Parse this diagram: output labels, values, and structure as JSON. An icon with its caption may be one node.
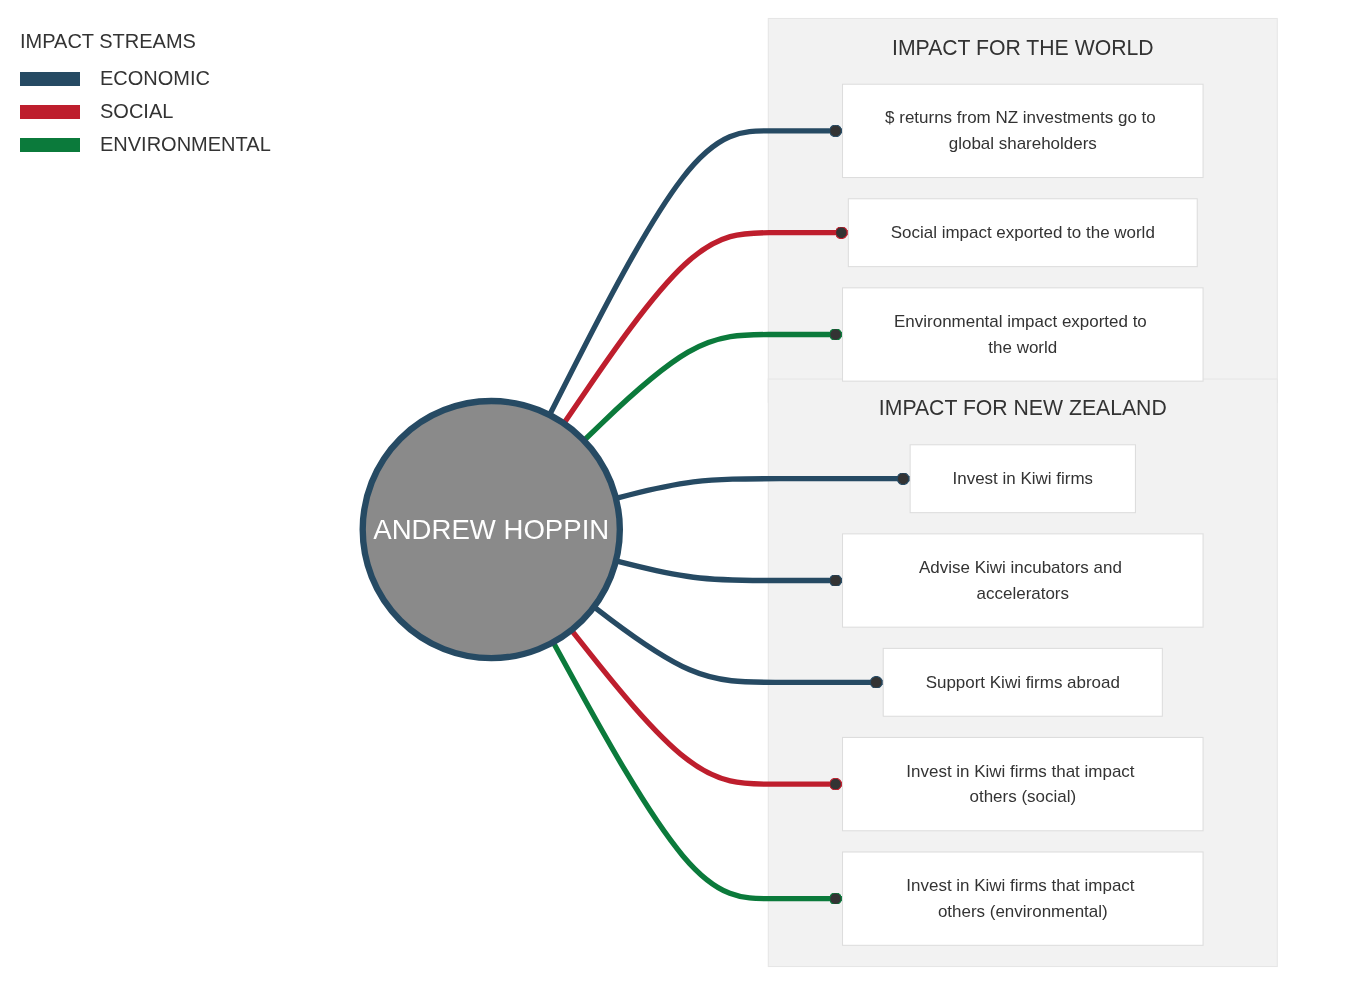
{
  "diagram": {
    "nodes": [
      {
        "text": [
          "ANDREW HOPPIN"
        ]
      },
      {
        "text": [
          "IMPACT FOR NEW ZEALAND"
        ]
      },
      {
        "text": [
          "Invest in Kiwi firms"
        ],
        "in": 1
      },
      {
        "text": [
          "Advise Kiwi incubators and accelerators"
        ],
        "in": 1
      },
      {
        "text": [
          "Support Kiwi firms abroad"
        ],
        "in": 1
      },
      {
        "text": [
          "Invest in Kiwi firms that impact others (social)"
        ],
        "in": 1
      },
      {
        "text": [
          "Invest in Kiwi firms that impact others (environmental)"
        ],
        "in": 1
      },
      {
        "text": [
          "IMPACT FOR THE WORLD"
        ]
      },
      {
        "text": [
          "$ returns from NZ investments go to global shareholders"
        ],
        "in": 7
      },
      {
        "text": [
          "Social impact exported to the world"
        ],
        "in": 7
      },
      {
        "text": [
          "Environmental impact exported to the world"
        ],
        "in": 7
      }
    ],
    "edges": [
      {
        "from": 0,
        "to": 2,
        "arrow": "other",
        "color": "#264a63"
      },
      {
        "from": 0,
        "to": 3,
        "arrow": "other",
        "color": "#264a63"
      },
      {
        "from": 0,
        "to": 4,
        "arrow": "other",
        "color": "#264a63"
      },
      {
        "from": 0,
        "to": 5,
        "arrow": "other",
        "color": "#be1e2d"
      },
      {
        "from": 0,
        "to": 6,
        "arrow": "other",
        "color": "#0b7a3b"
      },
      {
        "from": 0,
        "to": 8,
        "arrow": "other",
        "color": "#264a63"
      },
      {
        "from": 0,
        "to": 9,
        "arrow": "other",
        "color": "#be1e2d"
      },
      {
        "from": 0,
        "to": 10,
        "arrow": "other",
        "color": "#0b7a3b"
      }
    ],
    "labels": [
      "IMPACT STREAMS"
    ],
    "legend": [
      {
        "text": "ECONOMIC",
        "color": "#264a63"
      },
      {
        "text": "SOCIAL",
        "color": "#be1e2d"
      },
      {
        "text": "ENVIRONMENTAL",
        "color": "#0b7a3b"
      }
    ]
  }
}
